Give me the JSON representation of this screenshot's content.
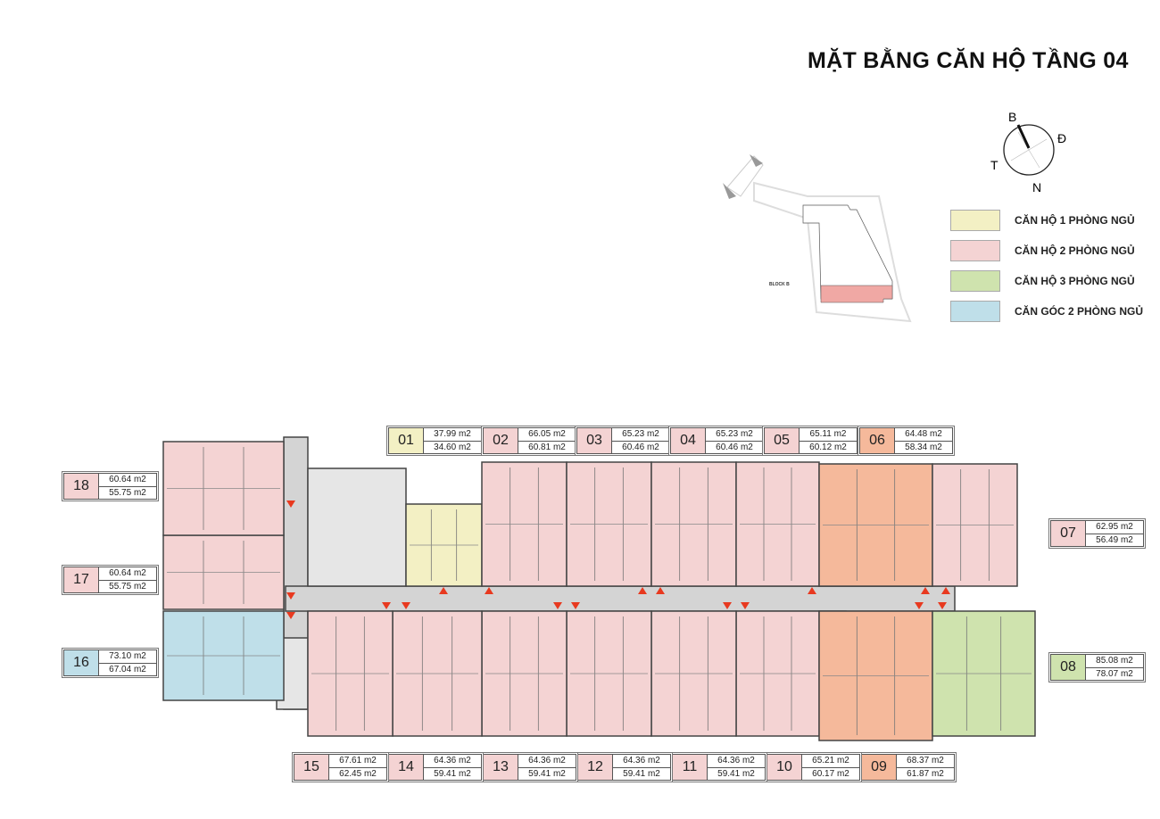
{
  "title": "MẶT BẰNG CĂN HỘ TẦNG 04",
  "compass": {
    "north": "B",
    "east": "Đ",
    "west": "T",
    "south": "N"
  },
  "site_plan": {
    "block_label": "BLOCK B",
    "highlight_color": "#f0a8a4"
  },
  "legend": [
    {
      "label": "CĂN HỘ 1 PHÒNG NGỦ",
      "color": "#f3f0c4"
    },
    {
      "label": "CĂN HỘ 2 PHÒNG NGỦ",
      "color": "#f4d3d3"
    },
    {
      "label": "CĂN HỘ 3 PHÒNG NGỦ",
      "color": "#cfe3ae"
    },
    {
      "label": "CĂN GÓC 2 PHÒNG NGỦ",
      "color": "#bfdfe9"
    }
  ],
  "type_colors": {
    "1pn": "#f3f0c4",
    "2pn": "#f4d3d3",
    "3pn": "#cfe3ae",
    "corner": "#bfdfe9",
    "special": "#f5b99b"
  },
  "units": [
    {
      "id": "01",
      "type": "1pn",
      "area1": "37.99  m2",
      "area2": "34.60  m2"
    },
    {
      "id": "02",
      "type": "2pn",
      "area1": "66.05 m2",
      "area2": "60.81 m2"
    },
    {
      "id": "03",
      "type": "2pn",
      "area1": "65.23 m2",
      "area2": "60.46 m2"
    },
    {
      "id": "04",
      "type": "2pn",
      "area1": "65.23 m2",
      "area2": "60.46 m2"
    },
    {
      "id": "05",
      "type": "2pn",
      "area1": "65.11 m2",
      "area2": "60.12 m2"
    },
    {
      "id": "06",
      "type": "special",
      "area1": "64.48 m2",
      "area2": "58.34 m2"
    },
    {
      "id": "07",
      "type": "2pn",
      "area1": "62.95 m2",
      "area2": "56.49 m2"
    },
    {
      "id": "08",
      "type": "3pn",
      "area1": "85.08 m2",
      "area2": "78.07 m2"
    },
    {
      "id": "09",
      "type": "special",
      "area1": "68.37 m2",
      "area2": "61.87 m2"
    },
    {
      "id": "10",
      "type": "2pn",
      "area1": "65.21 m2",
      "area2": "60.17 m2"
    },
    {
      "id": "11",
      "type": "2pn",
      "area1": "64.36 m2",
      "area2": "59.41 m2"
    },
    {
      "id": "12",
      "type": "2pn",
      "area1": "64.36 m2",
      "area2": "59.41 m2"
    },
    {
      "id": "13",
      "type": "2pn",
      "area1": "64.36 m2",
      "area2": "59.41 m2"
    },
    {
      "id": "14",
      "type": "2pn",
      "area1": "64.36 m2",
      "area2": "59.41 m2"
    },
    {
      "id": "15",
      "type": "2pn",
      "area1": "67.61 m2",
      "area2": "62.45 m2"
    },
    {
      "id": "16",
      "type": "corner",
      "area1": "73.10 m2",
      "area2": "67.04 m2"
    },
    {
      "id": "17",
      "type": "2pn",
      "area1": "60.64 m2",
      "area2": "55.75 m2"
    },
    {
      "id": "18",
      "type": "2pn",
      "area1": "60.64 m2",
      "area2": "55.75 m2"
    }
  ]
}
